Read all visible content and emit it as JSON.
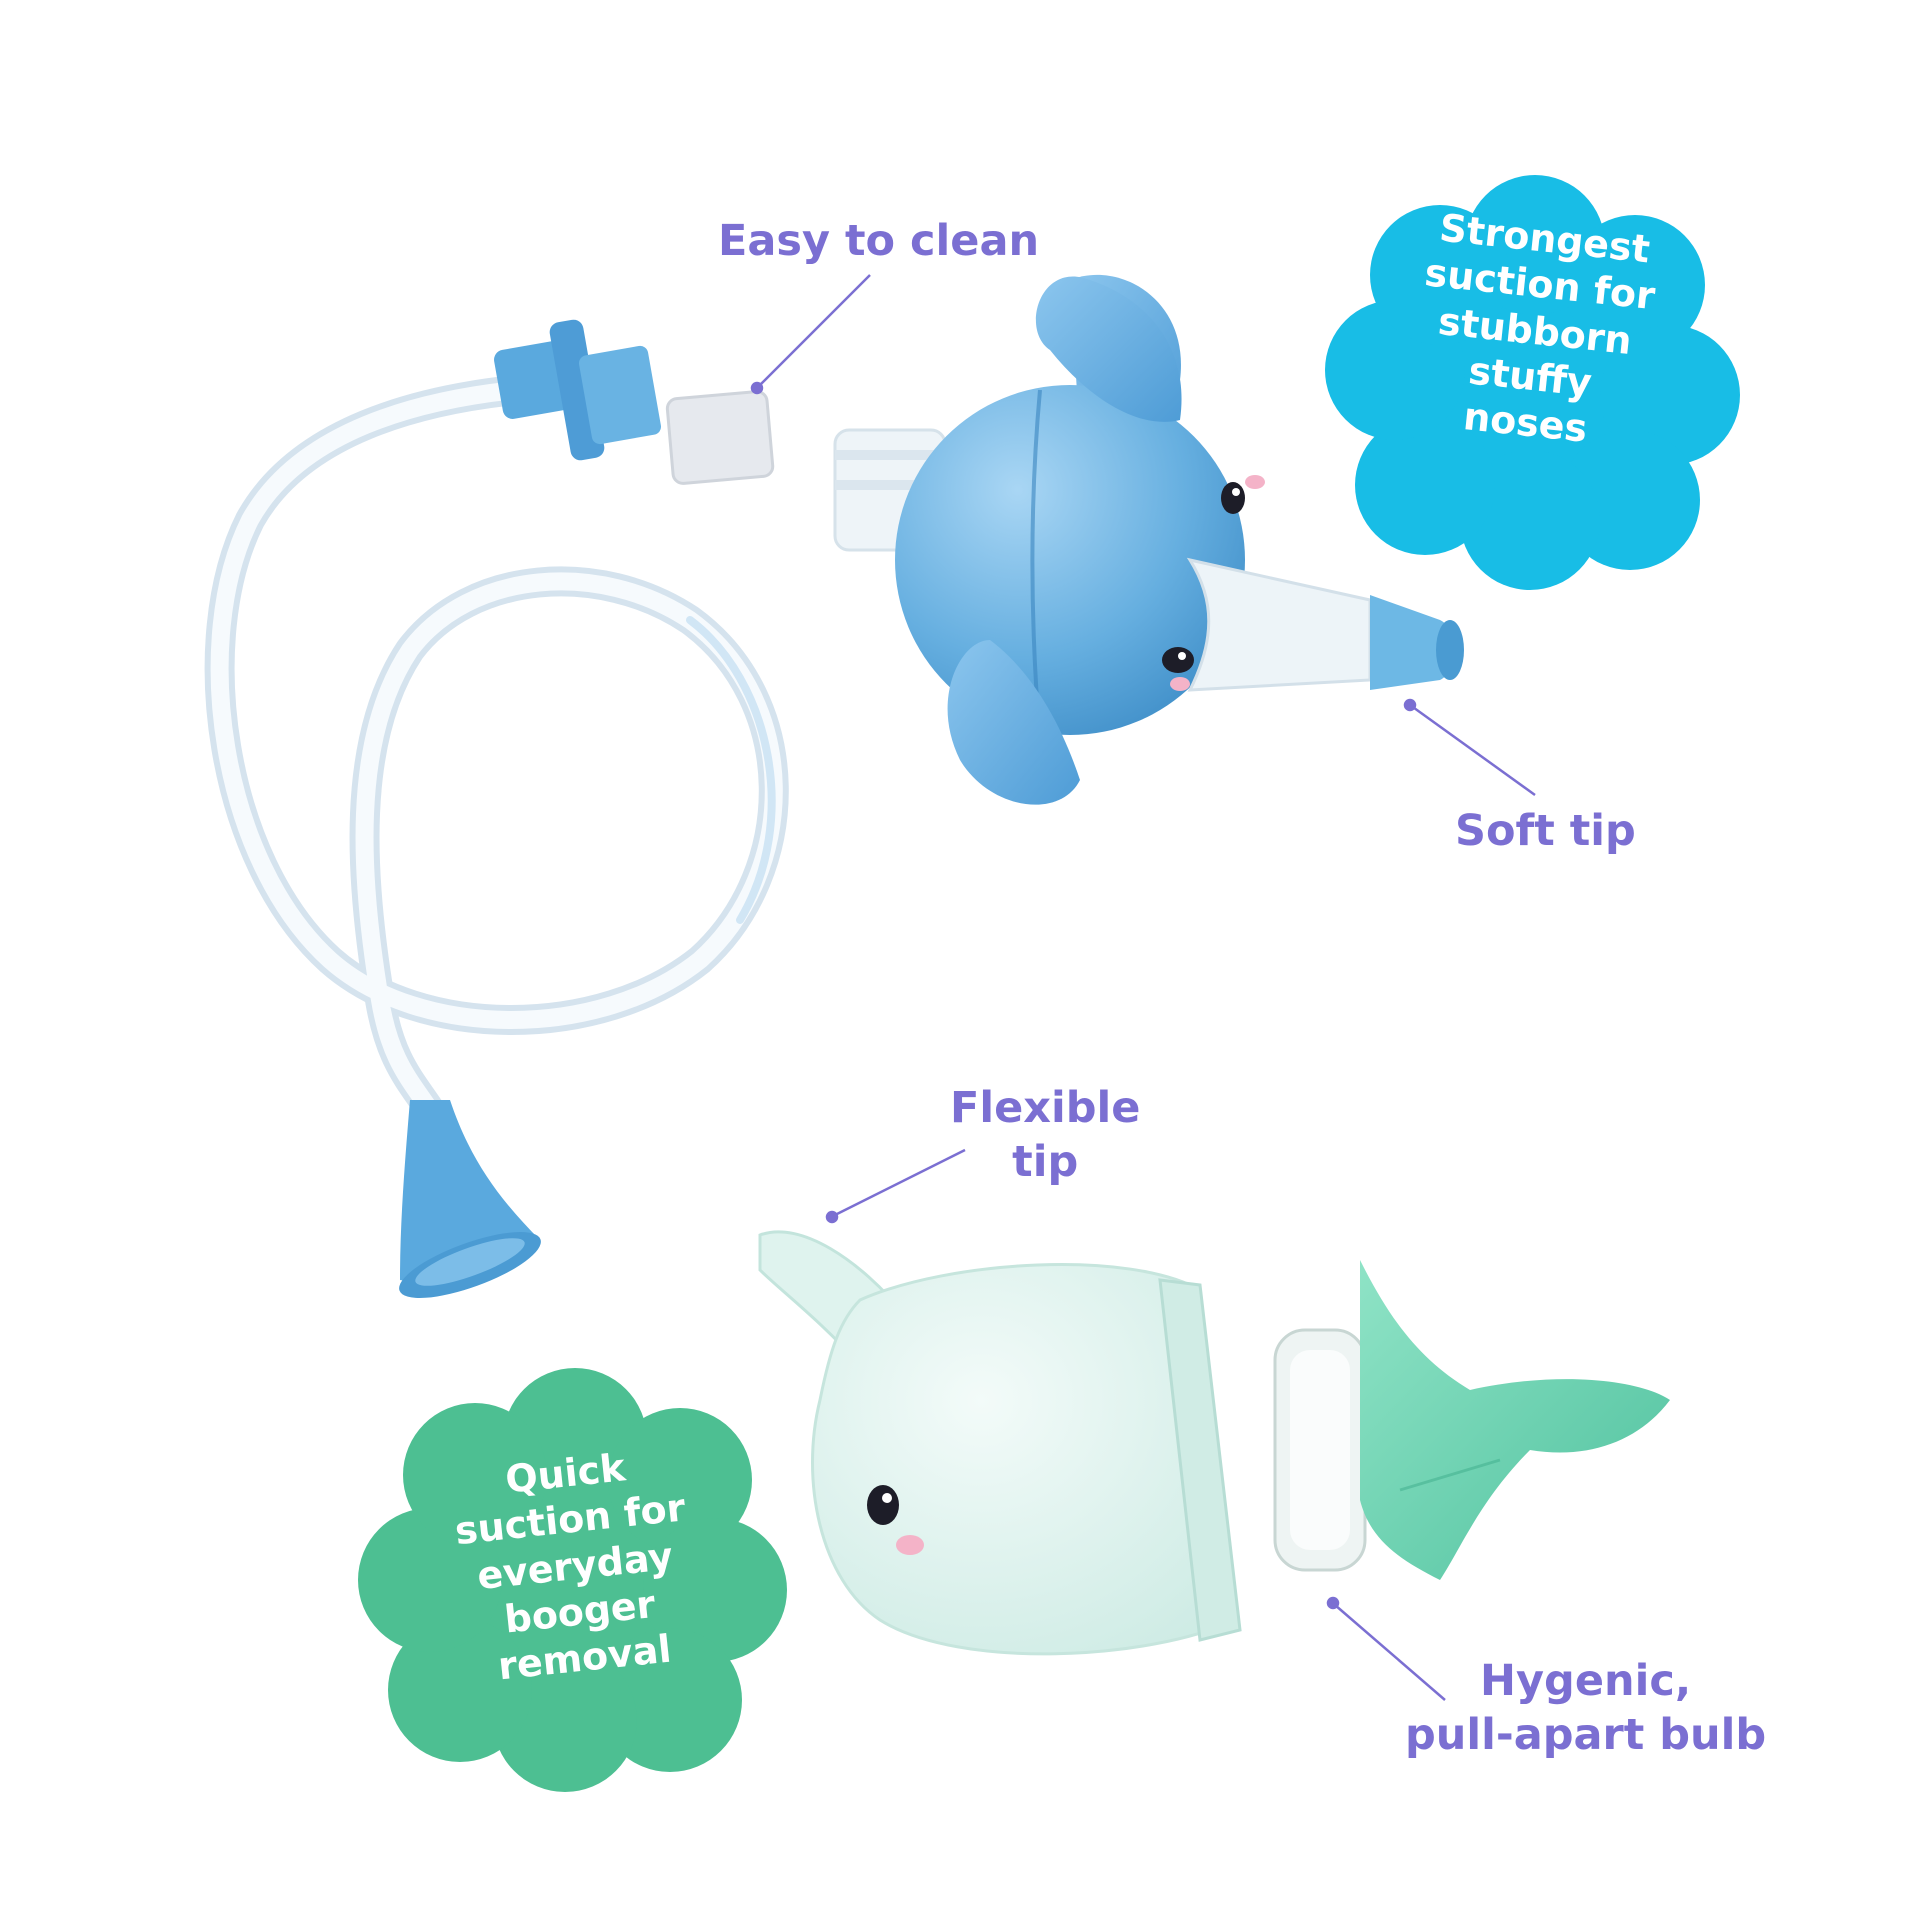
{
  "callouts": {
    "easy_to_clean": "Easy to clean",
    "soft_tip": "Soft tip",
    "flexible_tip_line1": "Flexible",
    "flexible_tip_line2": "tip",
    "hygenic_line1": "Hygenic,",
    "hygenic_line2": "pull-apart bulb"
  },
  "badges": {
    "strongest": [
      "Strongest",
      "suction for",
      "stubborn",
      "stuffy",
      "noses"
    ],
    "quick": [
      "Quick",
      "suction for",
      "everyday",
      "booger",
      "removal"
    ]
  },
  "colors": {
    "label_purple": "#7b6fd2",
    "badge_blue": "#18bde6",
    "badge_green": "#4dbf92",
    "elephant_blue": "#66afe0",
    "whale_mint": "#dff3ee",
    "fin_green": "#6fd6b5"
  }
}
